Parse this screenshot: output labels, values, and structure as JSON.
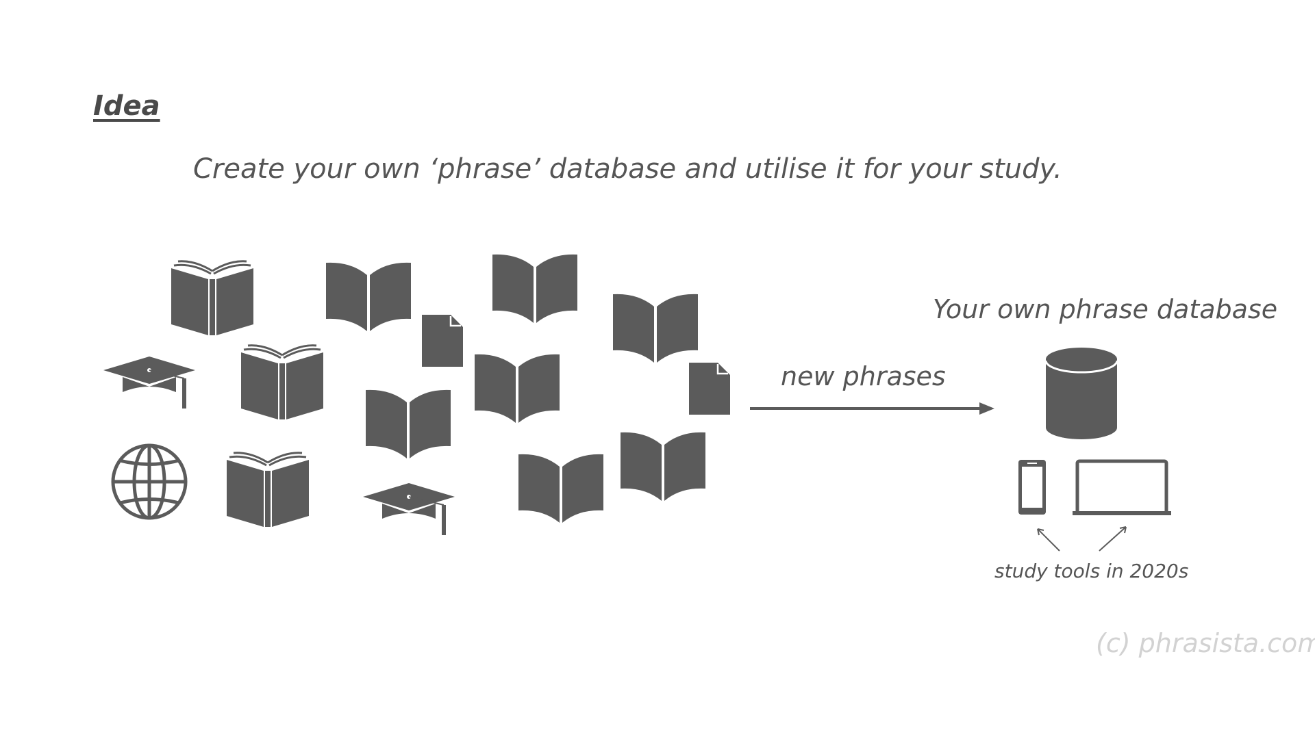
{
  "heading": "Idea",
  "subtitle": "Create your own ‘phrase’ database and utilise it for your study.",
  "database": {
    "title": "Your own phrase database",
    "icon": "database-cylinder-icon"
  },
  "arrow": {
    "label": "new phrases",
    "icon": "arrow-right-icon"
  },
  "tools": {
    "label": "study tools in 2020s",
    "icons": [
      "smartphone-icon",
      "laptop-icon"
    ]
  },
  "copyright": "(c) phrasista.com",
  "sources": {
    "icons": [
      "open-book-icon",
      "graduation-cap-icon",
      "globe-icon",
      "document-icon"
    ]
  },
  "colors": {
    "icon": "#5b5b5b",
    "text": "#555555",
    "watermark": "#d2d2d2"
  }
}
